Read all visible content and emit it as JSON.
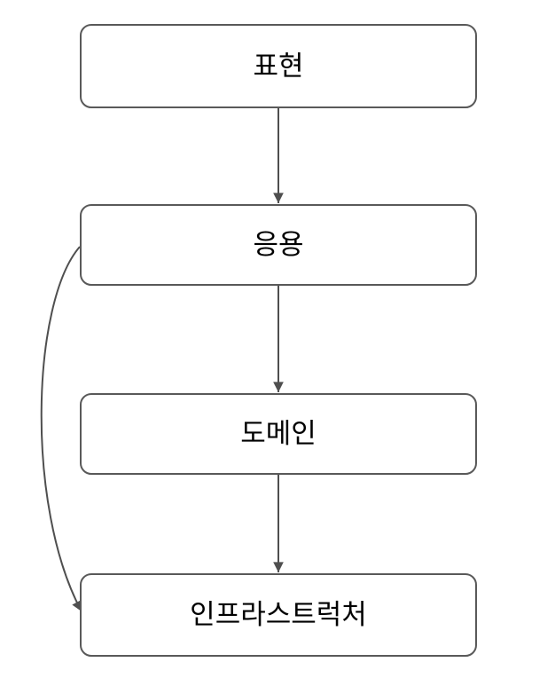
{
  "diagram": {
    "nodes": [
      {
        "id": "presentation",
        "label": "표현"
      },
      {
        "id": "application",
        "label": "응용"
      },
      {
        "id": "domain",
        "label": "도메인"
      },
      {
        "id": "infrastructure",
        "label": "인프라스트럭처"
      }
    ],
    "edges": [
      {
        "from": "표현",
        "to": "응용",
        "type": "straight-arrow-down"
      },
      {
        "from": "응용",
        "to": "도메인",
        "type": "straight-arrow-down"
      },
      {
        "from": "도메인",
        "to": "인프라스트럭처",
        "type": "straight-arrow-down"
      },
      {
        "from": "응용",
        "to": "인프라스트럭처",
        "type": "curved-arrow-left-bypass"
      }
    ],
    "colors": {
      "background": "#ffffff",
      "node_fill": "#ffffff",
      "node_border": "#595959",
      "edge": "#4f4f4f",
      "text": "#000000"
    }
  }
}
